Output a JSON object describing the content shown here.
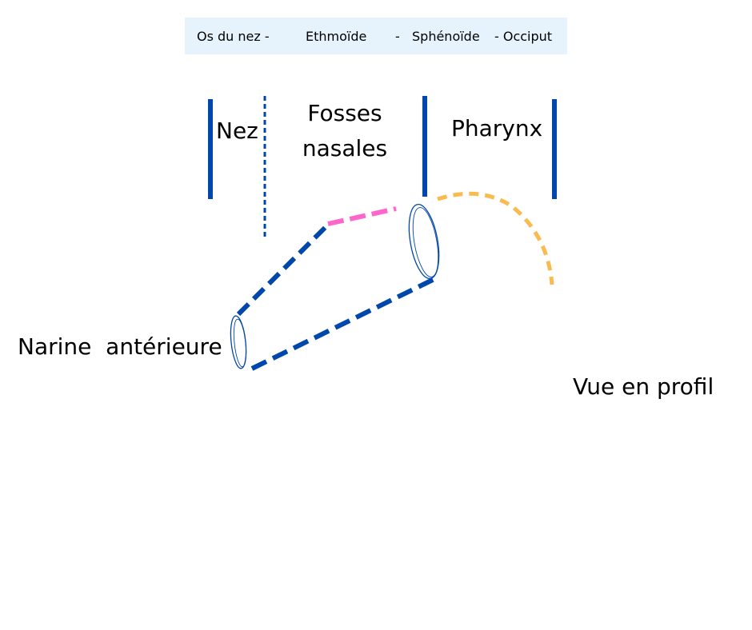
{
  "bones": {
    "os_du_nez": "Os du nez -",
    "ethmoide": "Ethmoïde",
    "separator": "-",
    "sphenoide": "Sphénoïde",
    "occiput": "- Occiput"
  },
  "regions": {
    "nez": "Nez",
    "fosses_nasales": "Fosses\nnasales",
    "pharynx": "Pharynx"
  },
  "labels": {
    "narine": "Narine  antérieure",
    "vue": "Vue en profil"
  },
  "colors": {
    "bar_background": "#e6f3fc",
    "blue_lines": "#0047ab",
    "pink_segment": "#ff66cc",
    "orange_arc": "#f9bb4e"
  }
}
